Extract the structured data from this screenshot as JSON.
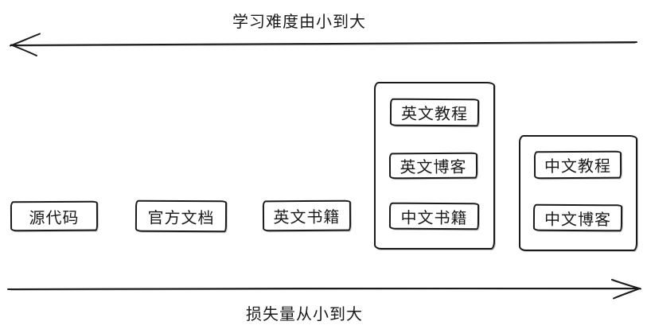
{
  "diagram": {
    "background": "#ffffff",
    "stroke_color": "#1a1a1a",
    "top_axis": {
      "label": "学习难度由小到大",
      "direction": "left"
    },
    "bottom_axis": {
      "label": "损失量从小到大",
      "direction": "right"
    },
    "nodes": {
      "source_code": "源代码",
      "official_docs": "官方文档",
      "english_books": "英文书籍",
      "english_tutorials": "英文教程",
      "english_blogs": "英文博客",
      "chinese_books": "中文书籍",
      "chinese_tutorials": "中文教程",
      "chinese_blogs": "中文博客"
    }
  }
}
